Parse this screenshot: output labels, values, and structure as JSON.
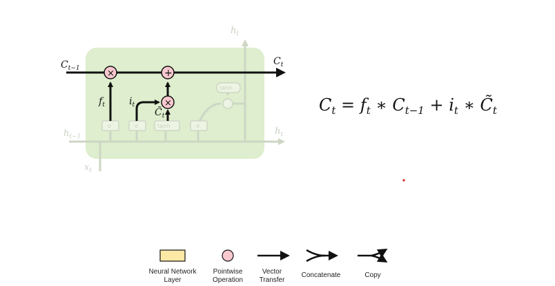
{
  "diagram": {
    "cell_state_in": "C",
    "cell_state_in_sub": "t−1",
    "cell_state_out": "C",
    "cell_state_out_sub": "t",
    "forget_gate": "f",
    "forget_gate_sub": "t",
    "input_gate": "i",
    "input_gate_sub": "t",
    "candidate": "C̃",
    "candidate_sub": "t",
    "hidden_in": "h",
    "hidden_in_sub": "t−1",
    "hidden_out": "h",
    "hidden_out_sub": "t",
    "hidden_up": "h",
    "hidden_up_sub": "t",
    "input_x": "x",
    "input_x_sub": "t",
    "tanh_label": "tanh",
    "sigma": "σ",
    "times_symbol": "×",
    "plus_symbol": "+"
  },
  "equation": {
    "text": "C_t = f_t * C_{t-1} + i_t * C̃_t",
    "lhs": "C",
    "lhs_sub": "t",
    "eq": "=",
    "f": "f",
    "f_sub": "t",
    "star1": "∗",
    "c_prev": "C",
    "c_prev_sub": "t−1",
    "plus": "+",
    "i": "i",
    "i_sub": "t",
    "star2": "∗",
    "c_tilde": "C̃",
    "c_tilde_sub": "t"
  },
  "legend": {
    "items": [
      {
        "line1": "Neural Network",
        "line2": "Layer",
        "icon": "neural-network-layer-icon"
      },
      {
        "line1": "Pointwise",
        "line2": "Operation",
        "icon": "pointwise-operation-icon"
      },
      {
        "line1": "Vector",
        "line2": "Transfer",
        "icon": "vector-transfer-icon"
      },
      {
        "line1": "Concatenate",
        "line2": "",
        "icon": "concatenate-icon"
      },
      {
        "line1": "Copy",
        "line2": "",
        "icon": "copy-icon"
      }
    ]
  },
  "colors": {
    "cell_bg": "#cfe6b8",
    "layer_fill": "#fde9a6",
    "pointwise_fill": "#f8c8cf",
    "faded": "#c9d2c2",
    "ink": "#111111",
    "dot": "#d42020"
  }
}
